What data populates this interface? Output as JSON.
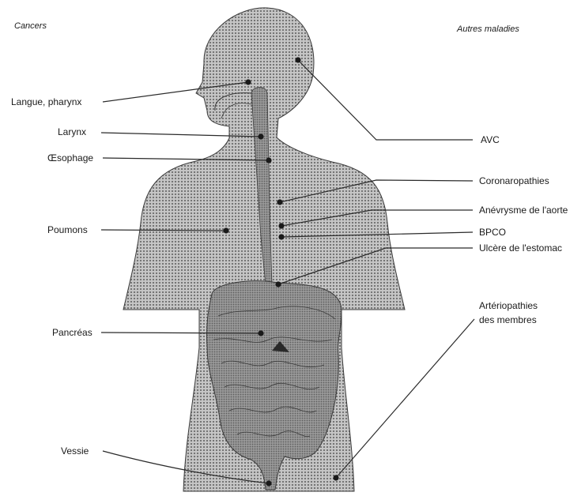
{
  "headers": {
    "left": "Cancers",
    "right": "Autres maladies"
  },
  "cancers": [
    {
      "id": "langue",
      "label": "Langue, pharynx"
    },
    {
      "id": "larynx",
      "label": "Larynx"
    },
    {
      "id": "oesophage",
      "label": "Œsophage"
    },
    {
      "id": "poumons",
      "label": "Poumons"
    },
    {
      "id": "pancreas",
      "label": "Pancréas"
    },
    {
      "id": "vessie",
      "label": "Vessie"
    }
  ],
  "autres": [
    {
      "id": "avc",
      "label": "AVC"
    },
    {
      "id": "coronaro",
      "label": "Coronaropathies"
    },
    {
      "id": "anevrysme",
      "label": "Anévrysme de l'aorte"
    },
    {
      "id": "bpco",
      "label": "BPCO"
    },
    {
      "id": "ulcere",
      "label": "Ulcère de l'estomac"
    },
    {
      "id": "arterio",
      "label": [
        "Artériopathies",
        "des membres"
      ]
    }
  ],
  "colors": {
    "body_fill": "#b9b9b9",
    "body_dots": "#7a7a7a",
    "organ_fill": "#8a8a8a",
    "ink": "#1a1a1a"
  }
}
